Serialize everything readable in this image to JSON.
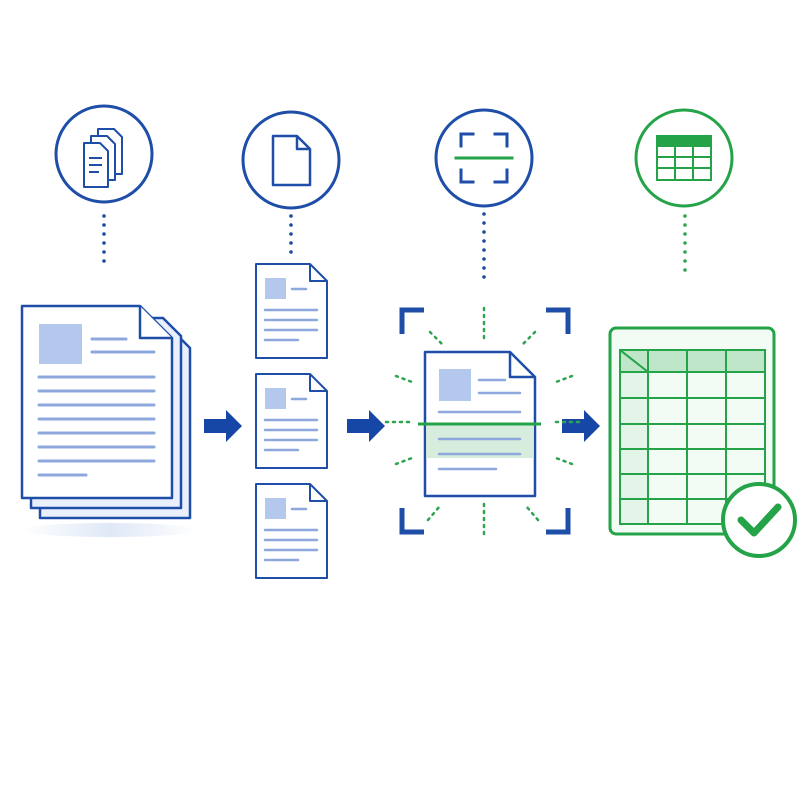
{
  "diagram": {
    "flow": "left-to-right",
    "palette": {
      "stroke_blue": "#1e4ea8",
      "dot_blue": "#1d4aa0",
      "arrow_blue": "#1747a6",
      "doc_fill": "#ffffff",
      "shade_blue": "#eaf0fb",
      "thumb_blue": "#b4c8ee",
      "text_line_blue": "#8ea8dd",
      "stroke_green": "#24a348",
      "dot_green": "#2ea44f",
      "fill_green": "#e8f6ec",
      "header_green": "#bfe6c8",
      "check_green": "#24a348"
    },
    "steps": [
      {
        "id": "stack-of-documents",
        "icon": "document-stack-icon",
        "connector_color": "blue"
      },
      {
        "id": "split-pages",
        "icon": "single-page-icon",
        "connector_color": "blue",
        "page_count": 3
      },
      {
        "id": "scan-page",
        "icon": "scan-frame-icon",
        "connector_color": "blue"
      },
      {
        "id": "spreadsheet-output",
        "icon": "spreadsheet-icon",
        "connector_color": "green",
        "table_rows": 6,
        "table_cols": 4,
        "status_icon": "checkmark-icon"
      }
    ],
    "arrows": [
      {
        "from": "stack-of-documents",
        "to": "split-pages",
        "color": "blue"
      },
      {
        "from": "split-pages",
        "to": "scan-page",
        "color": "blue"
      },
      {
        "from": "scan-page",
        "to": "spreadsheet-output",
        "color": "blue"
      }
    ]
  }
}
